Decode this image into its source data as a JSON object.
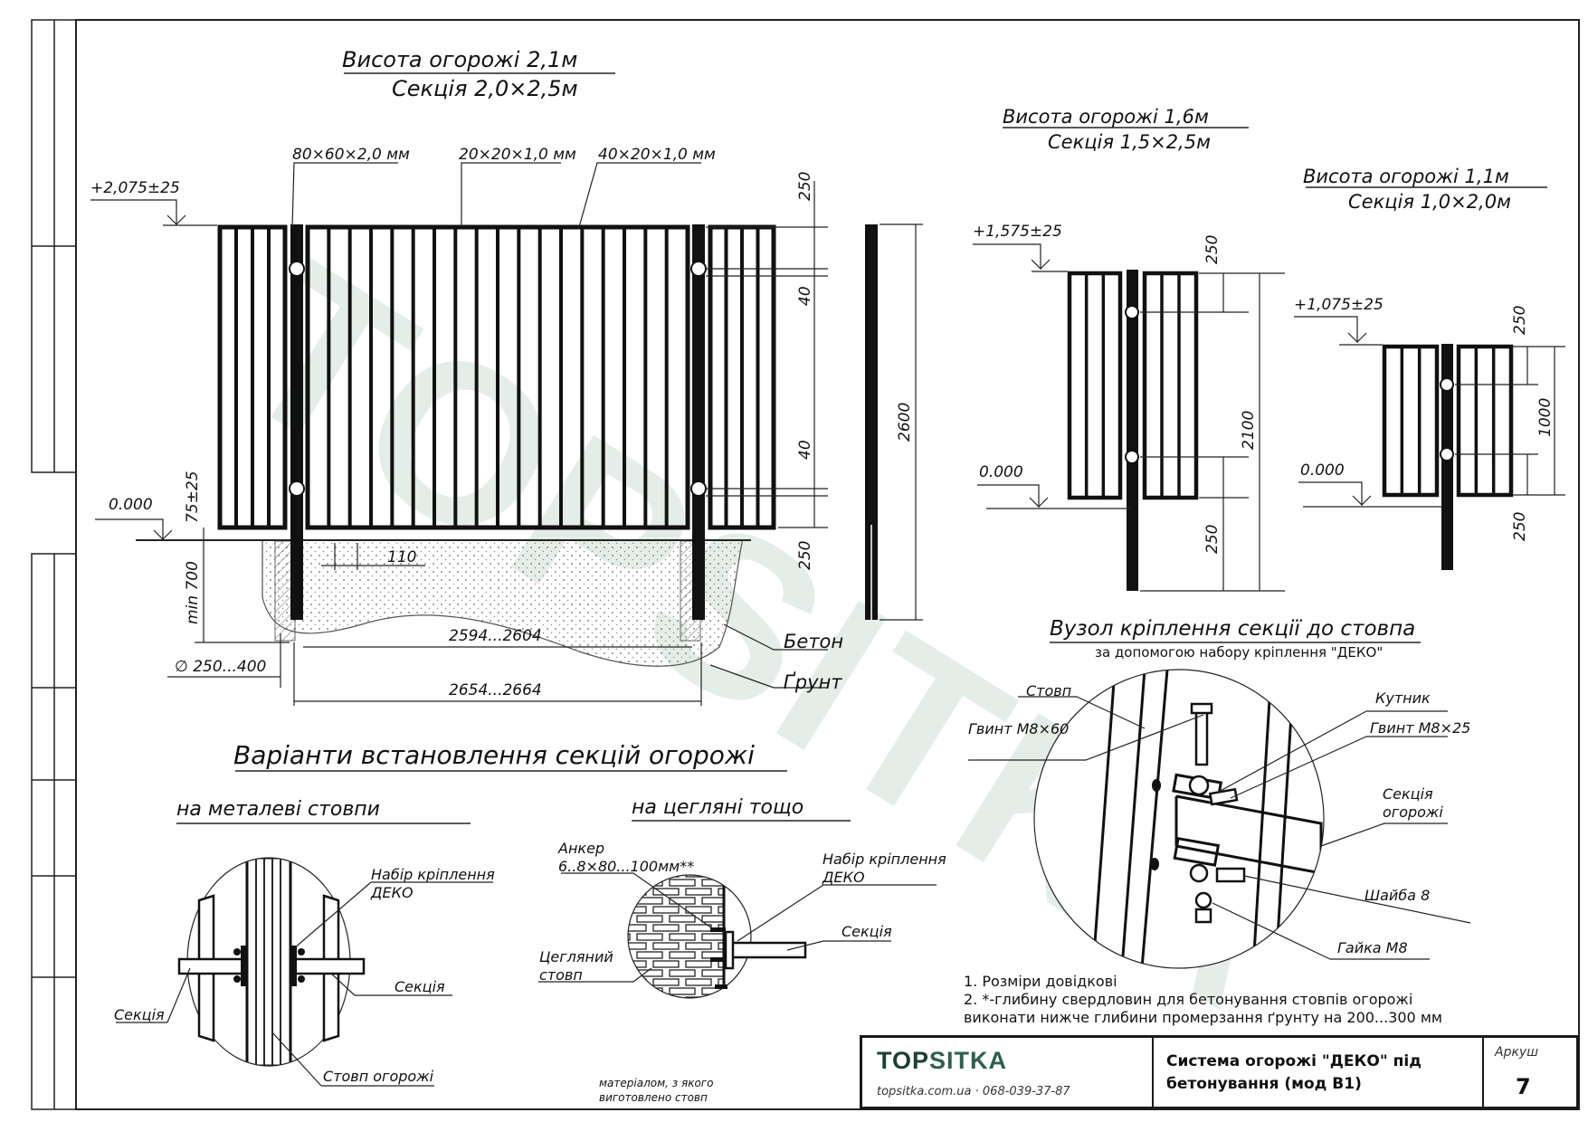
{
  "main_drawing": {
    "title_line1": "Висота огорожі 2,1м",
    "title_line2": "Секція 2,0×2,5м",
    "profile_post": "80×60×2,0 мм",
    "profile_bar": "20×20×1,0 мм",
    "profile_rail": "40×20×1,0 мм",
    "level_top": "+2,075±25",
    "level_zero": "0.000",
    "dim_75": "75±25",
    "dim_min700": "min 700",
    "dim_110": "110",
    "dim_2594": "2594...2604",
    "dim_2654": "2654...2664",
    "dim_diam": "∅ 250...400",
    "dim_250_top": "250",
    "dim_40_top": "40",
    "dim_40_bottom": "40",
    "dim_250_bottom": "250",
    "dim_2600": "2600",
    "label_concrete": "Бетон",
    "label_soil": "Ґрунт"
  },
  "drawing_16": {
    "title_line1": "Висота огорожі 1,6м",
    "title_line2": "Секція 1,5×2,5м",
    "level_top": "+1,575±25",
    "level_zero": "0.000",
    "dim_250_top": "250",
    "dim_2100": "2100",
    "dim_250_bottom": "250"
  },
  "drawing_11": {
    "title_line1": "Висота огорожі 1,1м",
    "title_line2": "Секція 1,0×2,0м",
    "level_top": "+1,075±25",
    "level_zero": "0.000",
    "dim_250_top": "250",
    "dim_1000": "1000",
    "dim_250_bottom": "250"
  },
  "node_detail": {
    "title": "Вузол кріплення секції до стовпа",
    "subtitle": "за допомогою набору кріплення \"ДЕКО\"",
    "post": "Стовп",
    "screw_m860": "Гвинт М8×60",
    "corner": "Кутник",
    "screw_m825": "Гвинт М8×25",
    "section_line1": "Секція",
    "section_line2": "огорожі",
    "washer": "Шайба 8",
    "nut": "Гайка М8"
  },
  "variants": {
    "title": "Варіанти встановлення секцій огорожі",
    "metal_title": "на металеві стовпи",
    "brick_title": "на цегляні тощо",
    "metal_kit_line1": "Набір кріплення",
    "metal_kit_line2": "ДЕКО",
    "metal_section_left": "Секція",
    "metal_section_right": "Секція",
    "metal_post": "Стовп огорожі",
    "brick_anchor_line1": "Анкер",
    "brick_anchor_line2": "6..8×80...100мм**",
    "brick_kit_line1": "Набір кріплення",
    "brick_kit_line2": "ДЕКО",
    "brick_section": "Секція",
    "brick_post_line1": "Цегляний",
    "brick_post_line2": "стовп",
    "brick_footnote_line1": "матеріалом, з якого",
    "brick_footnote_line2": "виготовлено стовп"
  },
  "notes": {
    "line1": "1. Розміри довідкові",
    "line2": "2. *-глибину свердловин для бетонування стовпів огорожі",
    "line3": "виконати нижче глибини промерзання ґрунту на 200...300 мм"
  },
  "watermark": "TOPSITKA",
  "stamp": {
    "brand_part1": "TOP",
    "brand_part2": "SITKA",
    "contact": "topsitka.com.ua · 068-039-37-87",
    "doc_title": "Система огорожі \"ДЕКО\" під бетонування (мод В1)",
    "sheet_label": "Аркуш",
    "sheet_number": "7"
  },
  "colors": {
    "ink": "#111111",
    "watermark": "#e4ede8",
    "brand_dark": "#1c3f33",
    "brand_light": "#2f5f4f"
  }
}
